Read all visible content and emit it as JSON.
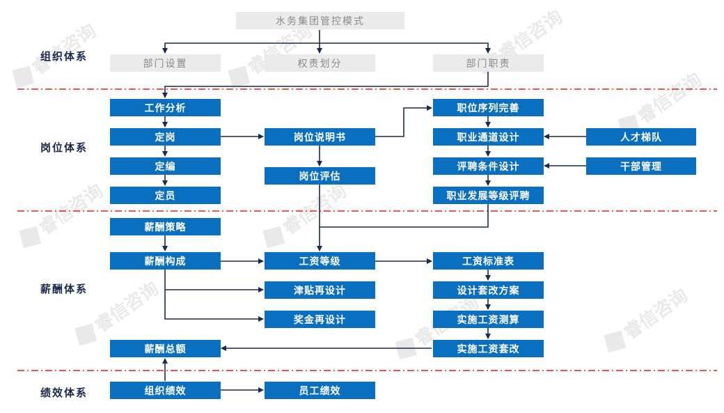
{
  "sections": {
    "org": "组织体系",
    "post": "岗位体系",
    "pay": "薪酬体系",
    "perf": "绩效体系"
  },
  "watermark": "睿信咨询",
  "colors": {
    "box_fill": "#0a6fbf",
    "arrow": "#1b2a4a",
    "divider": "#e0201d",
    "top_box_fill": "#ebebeb"
  },
  "nodes": {
    "control_mode": "水务集团管控模式",
    "dept_setup": "部门设置",
    "authority": "权责划分",
    "dept_duty": "部门职责",
    "job_analysis": "工作分析",
    "ding_gang": "定岗",
    "ding_bian": "定编",
    "ding_yuan": "定员",
    "job_desc": "岗位说明书",
    "job_eval": "岗位评估",
    "job_seq": "职位序列完善",
    "career_path": "职业通道设计",
    "hire_cond": "评聘条件设计",
    "career_grade": "职业发展等级评聘",
    "talent_pipeline": "人才梯队",
    "cadre_mgmt": "干部管理",
    "pay_strategy": "薪酬策略",
    "pay_structure": "薪酬构成",
    "wage_grade": "工资等级",
    "allowance": "津贴再设计",
    "bonus": "奖金再设计",
    "wage_table": "工资标准表",
    "reform_plan": "设计套改方案",
    "wage_calc": "实施工资测算",
    "wage_reform": "实施工资套改",
    "pay_total": "薪酬总额",
    "org_perf": "组织绩效",
    "staff_perf": "员工绩效"
  }
}
